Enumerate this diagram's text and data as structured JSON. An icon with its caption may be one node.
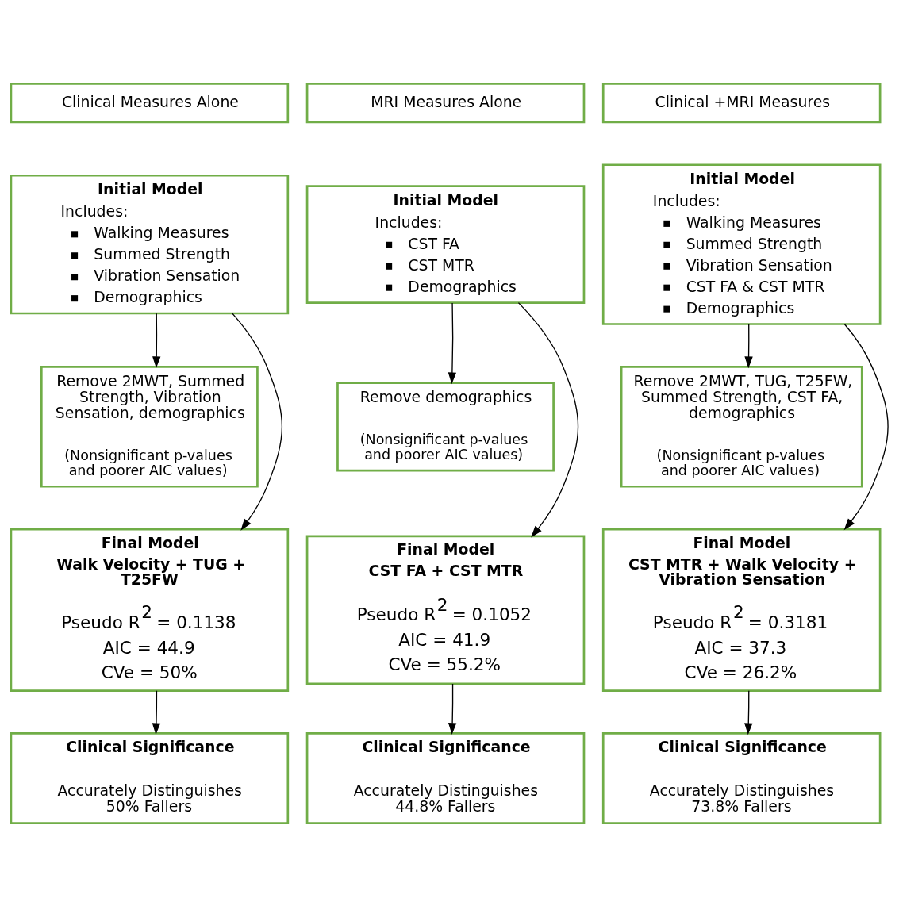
{
  "diagram": {
    "nodes": [
      {
        "text": [
          "Clinical Measures Alone"
        ]
      },
      {
        "text": [
          "MRI Measures Alone"
        ]
      },
      {
        "text": [
          "Clinical +MRI Measures"
        ]
      },
      {
        "text": [
          "Initial Model",
          "Includes:",
          "Walking Measures",
          "Summed Strength",
          "Vibration Sensation",
          "Demographics"
        ]
      },
      {
        "text": [
          "Initial Model",
          "Includes:",
          "CST FA",
          "CST MTR",
          "Demographics"
        ]
      },
      {
        "text": [
          "Initial Model",
          "Includes:",
          "Walking Measures",
          "Summed Strength",
          "Vibration Sensation",
          "CST FA & CST MTR",
          "Demographics"
        ]
      },
      {
        "text": [
          "Remove 2MWT, Summed Strength, Vibration Sensation, demographics",
          "(Nonsignificant p-values and poorer AIC values)"
        ]
      },
      {
        "text": [
          "Remove demographics",
          "(Nonsignificant p-values and poorer AIC values)"
        ]
      },
      {
        "text": [
          "Remove 2MWT, TUG, T25FW, Summed Strength, CST FA, demographics",
          "(Nonsignificant p-values and poorer AIC values)"
        ]
      },
      {
        "text": [
          "Final Model",
          "Walk Velocity + TUG + T25FW",
          "Pseudo R$^{2}$ = 0.1138",
          "AIC = 44.9",
          "CVe = 50%"
        ]
      },
      {
        "text": [
          "Final Model",
          "CST FA + CST MTR",
          "Pseudo R$^{2}$ = 0.1052",
          "AIC = 41.9",
          "CVe = 55.2%"
        ]
      },
      {
        "text": [
          "Final Model",
          "CST MTR + Walk Velocity + Vibration Sensation",
          "Pseudo R$^{2}$ = 0.3181",
          "AIC = 37.3",
          "CVe = 26.2%"
        ]
      },
      {
        "text": [
          "Clinical Significance",
          "Accurately Distinguishes 50% Fallers"
        ]
      },
      {
        "text": [
          "Clinical Significance",
          "Accurately Distinguishes 44.8% Fallers"
        ]
      },
      {
        "text": [
          "Clinical Significance",
          "Accurately Distinguishes 73.8% Fallers"
        ]
      }
    ],
    "edges": [
      {
        "from": 3,
        "to": 6,
        "arrow": "to"
      },
      {
        "from": 3,
        "to": 9,
        "arrow": "to"
      },
      {
        "from": 4,
        "to": 7,
        "arrow": "to"
      },
      {
        "from": 4,
        "to": 10,
        "arrow": "to"
      },
      {
        "from": 5,
        "to": 8,
        "arrow": "to"
      },
      {
        "from": 5,
        "to": 11,
        "arrow": "to"
      },
      {
        "from": 9,
        "to": 12,
        "arrow": "to"
      },
      {
        "from": 10,
        "to": 13,
        "arrow": "to"
      },
      {
        "from": 11,
        "to": 14,
        "arrow": "to"
      }
    ]
  }
}
